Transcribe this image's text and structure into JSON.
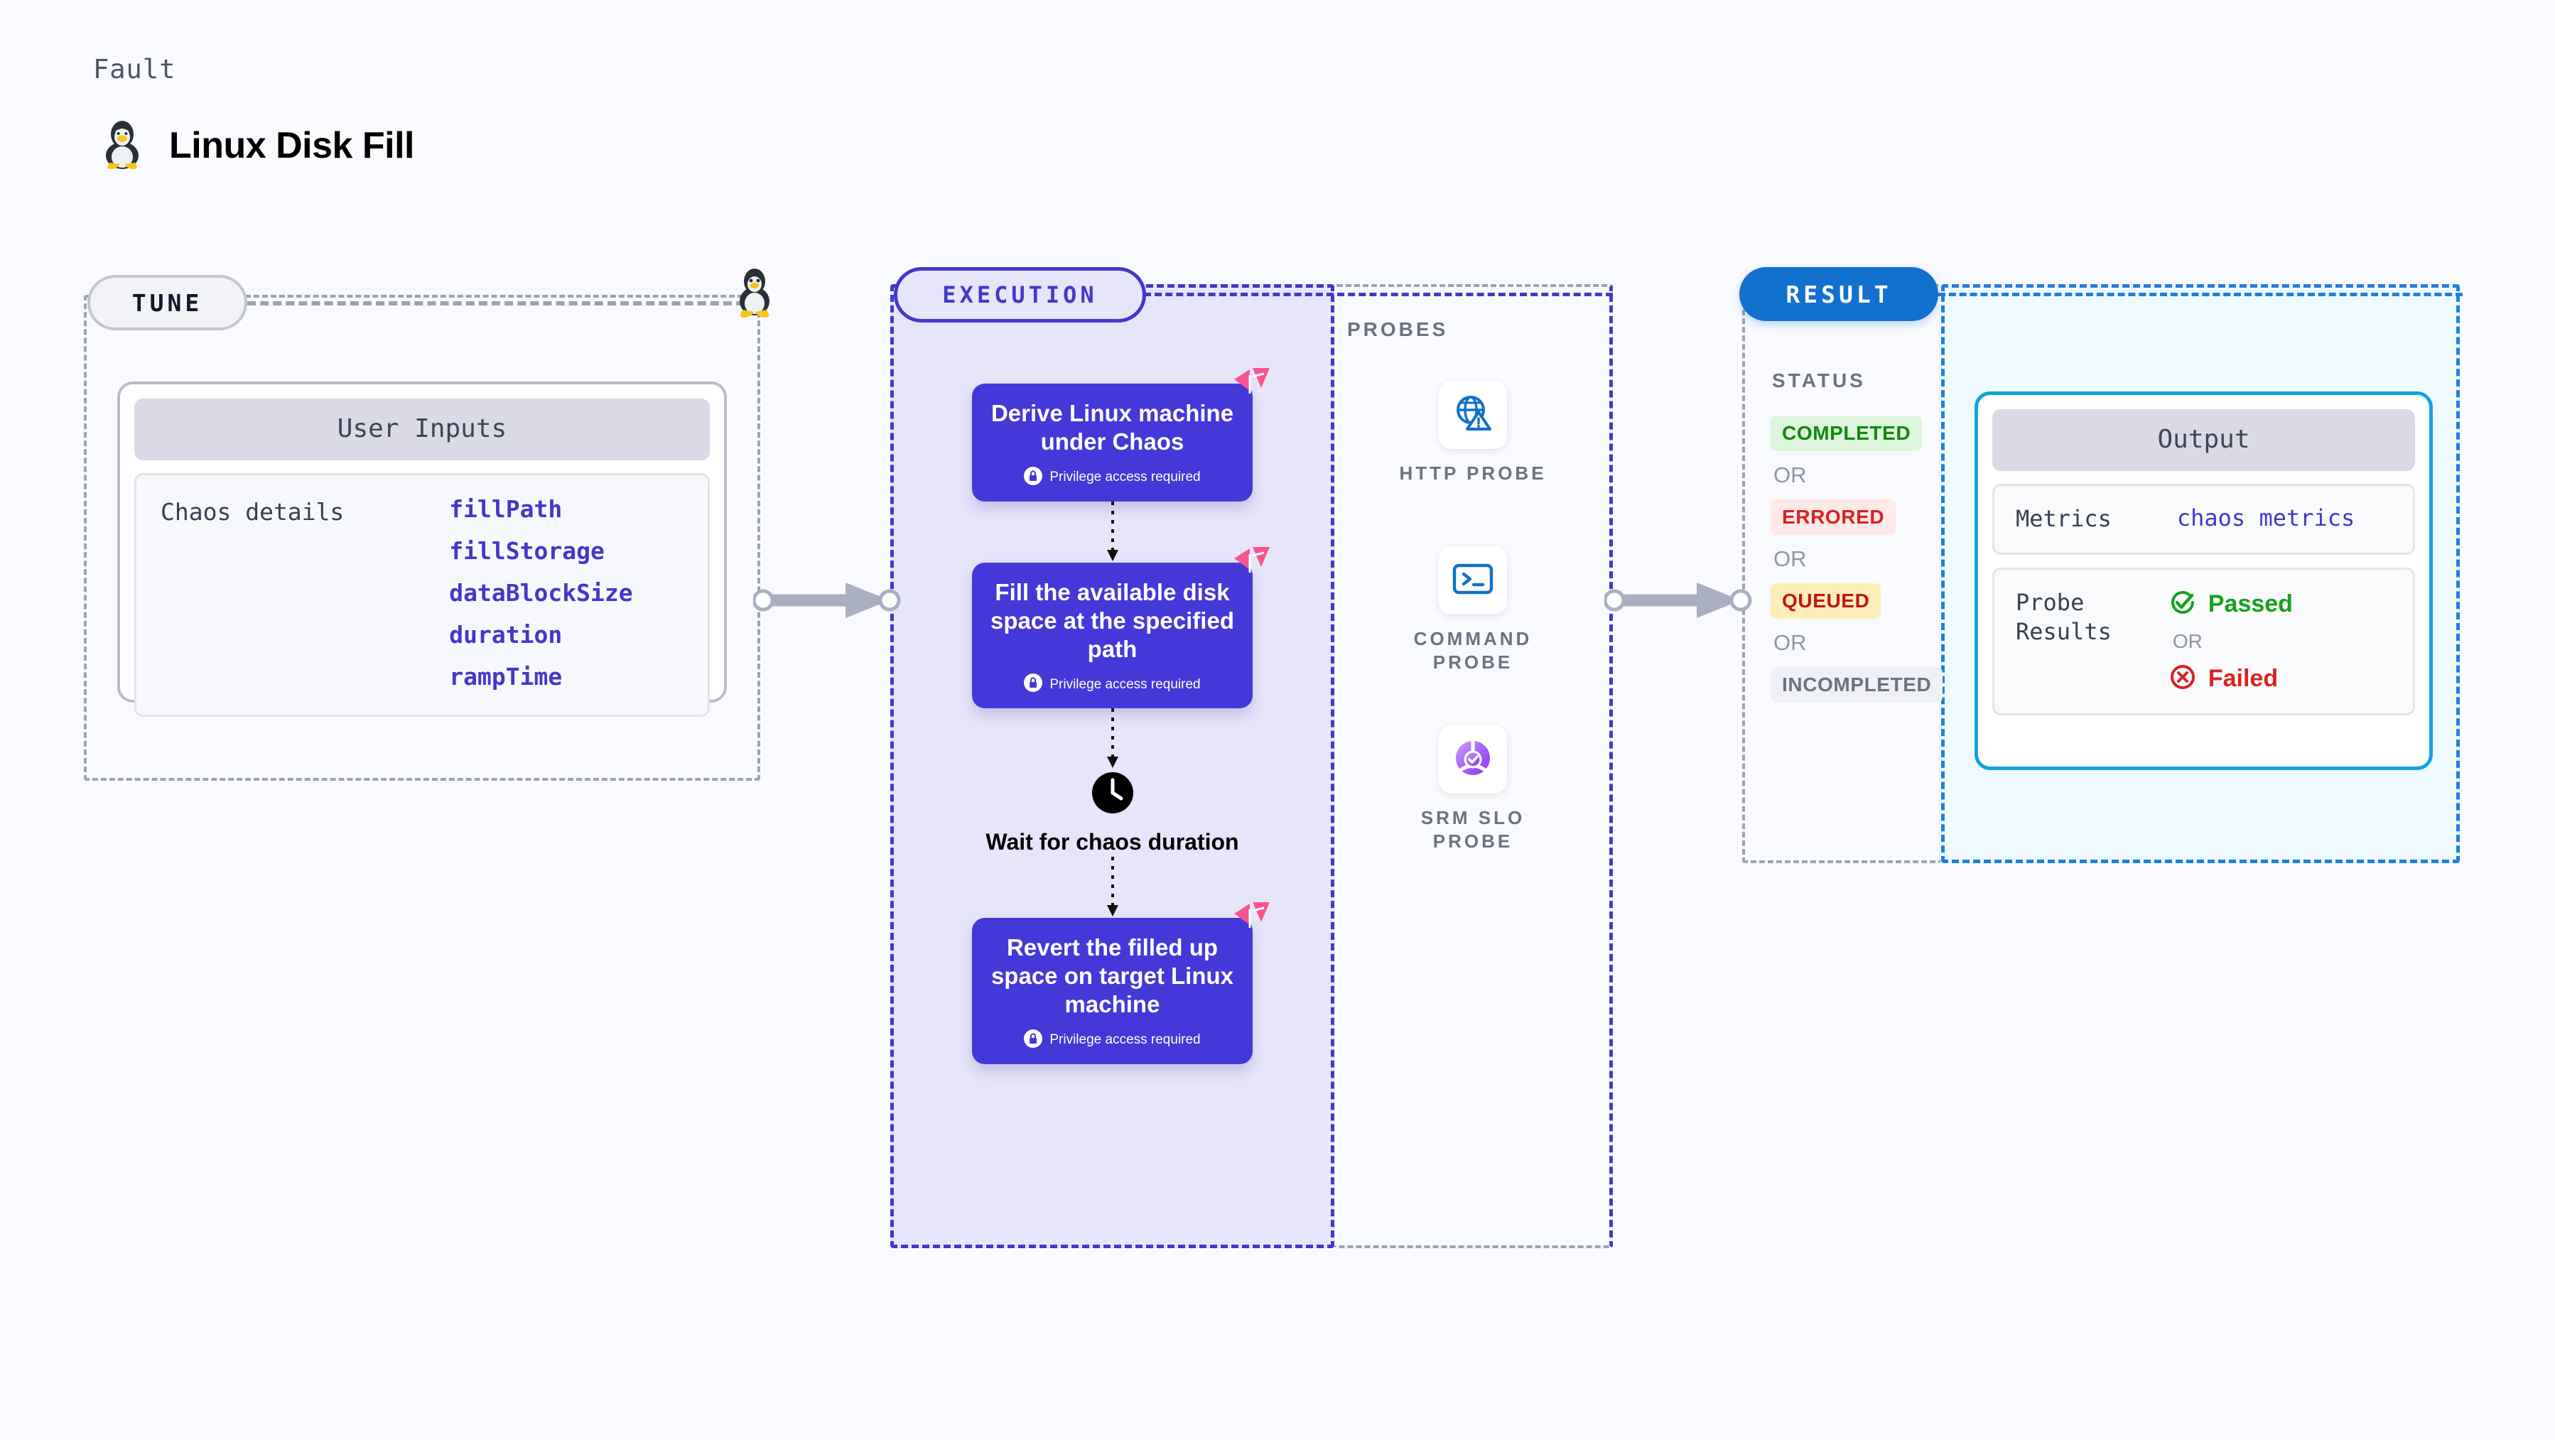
{
  "header": {
    "kicker": "Fault",
    "title": "Linux Disk Fill",
    "icon": "tux-penguin-icon"
  },
  "tune": {
    "badge": "TUNE",
    "panel_title": "User Inputs",
    "row_label": "Chaos details",
    "params": [
      "fillPath",
      "fillStorage",
      "dataBlockSize",
      "duration",
      "rampTime"
    ]
  },
  "execution": {
    "badge": "EXECUTION",
    "steps": [
      {
        "title": "Derive Linux machine under Chaos",
        "privilege": "Privilege access required",
        "flag": true
      },
      {
        "title": "Fill the available disk space at the specified path",
        "privilege": "Privilege access required",
        "flag": true
      }
    ],
    "wait": {
      "label": "Wait for chaos duration",
      "icon": "clock-icon"
    },
    "final_step": {
      "title": "Revert the filled up space on target Linux machine",
      "privilege": "Privilege access required",
      "flag": true
    }
  },
  "probes": {
    "caption": "PROBES",
    "items": [
      {
        "label": "HTTP PROBE",
        "icon": "globe-warning-icon"
      },
      {
        "label": "COMMAND PROBE",
        "icon": "terminal-icon"
      },
      {
        "label": "SRM SLO PROBE",
        "icon": "slo-donut-check-icon"
      }
    ]
  },
  "result": {
    "badge": "RESULT",
    "status_caption": "STATUS",
    "or_label": "OR",
    "statuses": [
      {
        "label": "COMPLETED",
        "bg": "#dcf5dc",
        "fg": "#13870f"
      },
      {
        "label": "ERRORED",
        "bg": "#fde9e8",
        "fg": "#d62222"
      },
      {
        "label": "QUEUED",
        "bg": "#fdeeb8",
        "fg": "#c01616"
      },
      {
        "label": "INCOMPLETED",
        "bg": "#eff0f5",
        "fg": "#6b7280"
      }
    ],
    "output": {
      "title": "Output",
      "metrics_label": "Metrics",
      "metrics_value": "chaos metrics",
      "probe_results_label": "Probe\nResults",
      "passed": "Passed",
      "failed": "Failed",
      "or_label": "OR"
    }
  },
  "colors": {
    "page_bg": "#f9fafd",
    "exec_accent": "#4338ca",
    "exec_bg": "#e6e5fa",
    "card": "#4438d9",
    "result_accent": "#1271cf",
    "output_border": "#12a3e0",
    "output_bg": "#effaff",
    "flag": "#f7558e"
  }
}
